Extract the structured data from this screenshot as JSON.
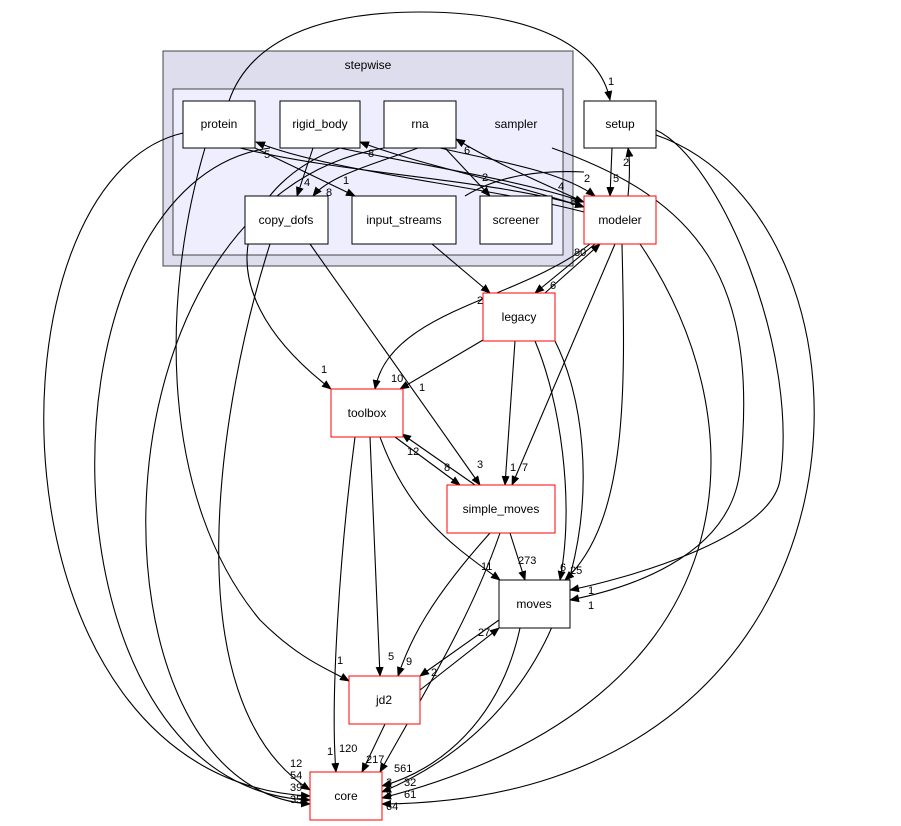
{
  "clusters": {
    "outer": "stepwise",
    "inner": "sampler"
  },
  "nodes": {
    "protein": "protein",
    "rigid_body": "rigid_body",
    "rna": "rna",
    "copy_dofs": "copy_dofs",
    "input_streams": "input_streams",
    "screener": "screener",
    "setup": "setup",
    "modeler": "modeler",
    "legacy": "legacy",
    "toolbox": "toolbox",
    "simple_moves": "simple_moves",
    "moves": "moves",
    "jd2": "jd2",
    "core": "core"
  },
  "colors": {
    "cluster_outer": "#ddddee",
    "cluster_inner": "#eeeeff",
    "highlight_border": "#ff0000"
  },
  "edge_labels": {
    "protein_setup": "1",
    "rigid_copy": "4",
    "protein_input": "1",
    "rna_copy": "8",
    "rna_screener": "2",
    "input_legacy": "2",
    "modeler_protein": "5",
    "modeler_rigid": "8",
    "modeler_rna": "6",
    "rna_modeler": "2",
    "rigid_modeler": "4",
    "protein_modeler": "8",
    "setup_modeler": "5",
    "modeler_setup": "2",
    "modeler_legacy": "6",
    "legacy_modeler": "80",
    "legacy_toolbox": "1",
    "modeler_toolbox": "10",
    "rigid_toolbox": "1",
    "toolbox_simple": "8",
    "simple_toolbox": "12",
    "copy_simple": "3",
    "legacy_simple": "1",
    "modeler_simple": "7",
    "simple_moves_moves": "273",
    "toolbox_moves": "11",
    "legacy_moves": "6",
    "modeler_moves": "25",
    "setup_moves": "1",
    "sampler_moves": "1",
    "toolbox_jd2": "5",
    "simple_jd2": "9",
    "moves_jd2": "2",
    "jd2_moves": "27",
    "protein_jd2": "1",
    "toolbox_core_a": "1",
    "toolbox_core_b": "120",
    "jd2_core": "217",
    "simple_core": "561",
    "left_core_a": "12",
    "left_core_b": "54",
    "left_core_c": "39",
    "left_core_d": "35",
    "right_core_a": "3",
    "right_core_b": "32",
    "right_core_c": "8",
    "right_core_d": "61",
    "right_core_e": "64"
  }
}
